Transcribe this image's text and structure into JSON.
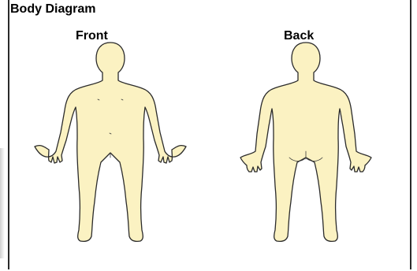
{
  "diagram": {
    "title": "Body Diagram",
    "front_label": "Front",
    "back_label": "Back",
    "colors": {
      "skin": "#fbf2c2",
      "outline": "#2b2b2b",
      "border": "#2a2a2a"
    }
  }
}
